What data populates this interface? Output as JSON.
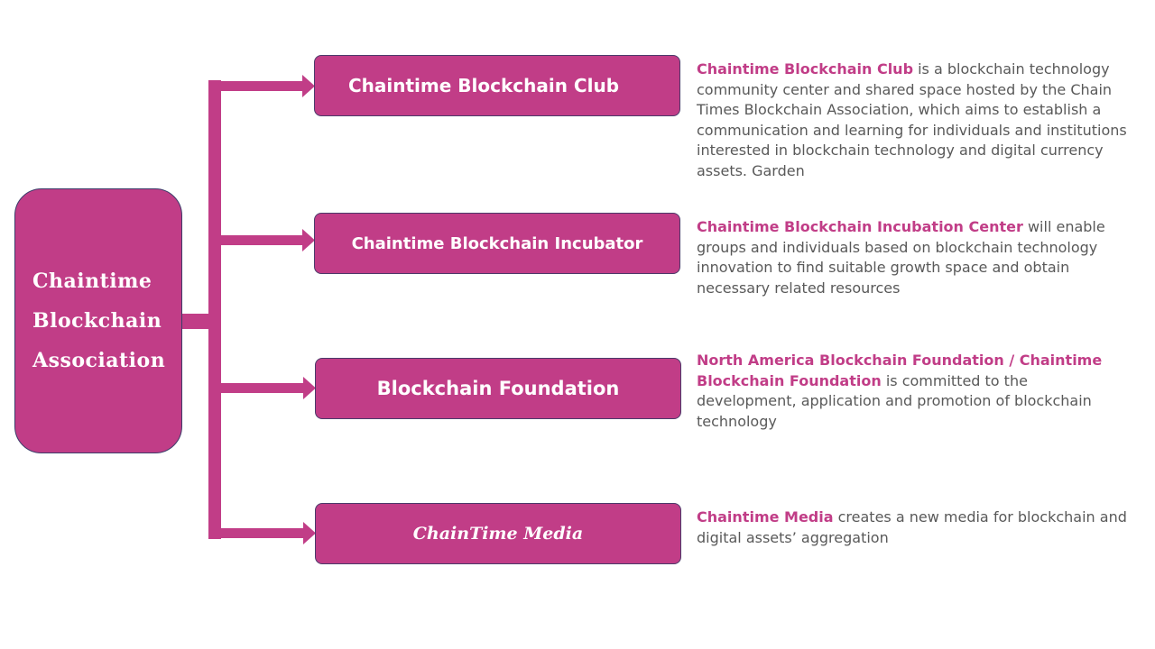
{
  "colors": {
    "accent": "#c13d87",
    "body_text": "#595959"
  },
  "root": {
    "lines": [
      "Chaintime",
      "Blockchain",
      "Association"
    ]
  },
  "nodes": [
    {
      "label": "Chaintime Blockchain Club"
    },
    {
      "label": "Chaintime Blockchain Incubator"
    },
    {
      "label": "Blockchain Foundation"
    },
    {
      "label": "ChainTime Media"
    }
  ],
  "descriptions": [
    {
      "highlight": "Chaintime Blockchain Club",
      "text": " is a blockchain technology community center and shared space hosted by the Chain Times Blockchain Association, which aims to establish a communication and learning for individuals and institutions interested in blockchain technology and digital currency assets. Garden"
    },
    {
      "highlight": "Chaintime Blockchain Incubation Center",
      "text": " will enable groups and individuals based on blockchain technology innovation to find suitable growth space and obtain necessary related resources"
    },
    {
      "highlight": "North America Blockchain Foundation / Chaintime Blockchain Foundation",
      "text": " is committed to the development, application and promotion of blockchain technology"
    },
    {
      "highlight": "Chaintime Media",
      "text": " creates a new media for blockchain and digital assets’ aggregation"
    }
  ]
}
